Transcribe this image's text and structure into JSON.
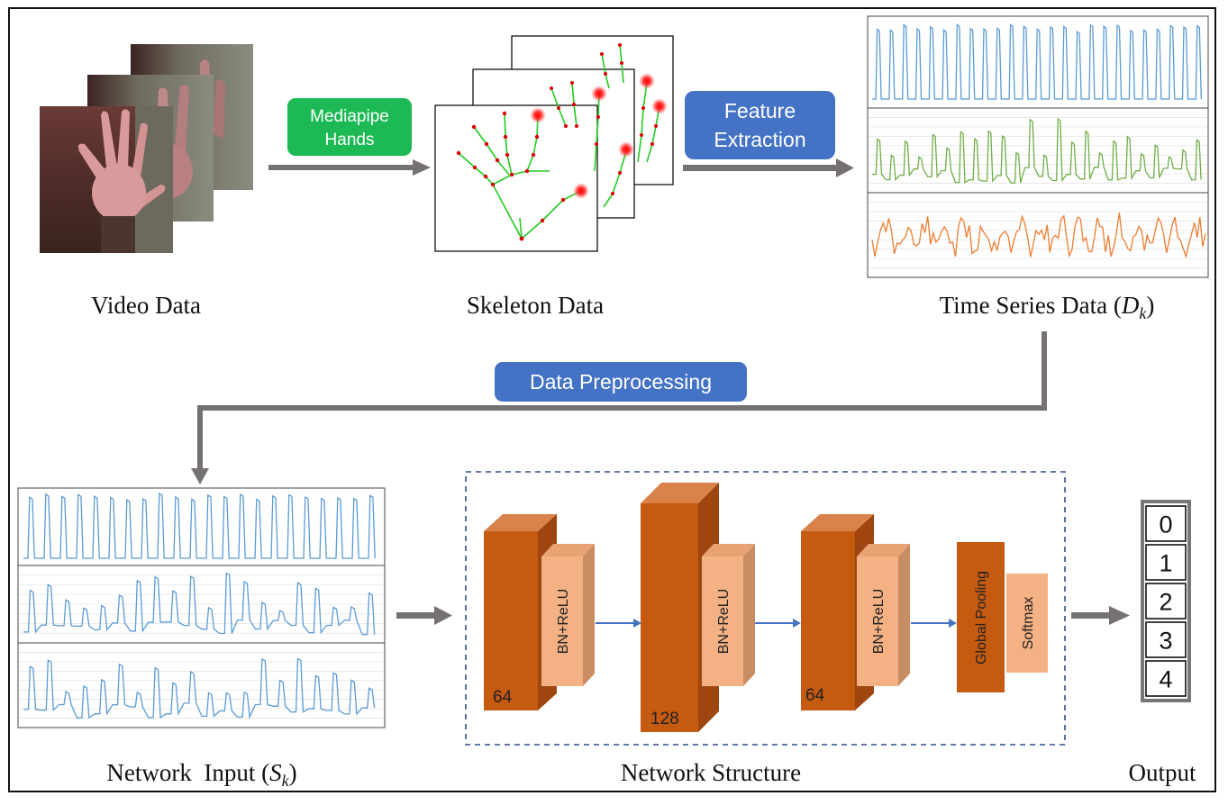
{
  "captions": {
    "video": "Video Data",
    "skeleton": "Skeleton Data",
    "timeseries": "Time Series Data (",
    "timeseries_sym": "D",
    "timeseries_sub": "k",
    "timeseries_close": ")",
    "network_input": "Network  Input (",
    "network_input_sym": "S",
    "network_input_sub": "k",
    "network_input_close": ")",
    "network_structure": "Network Structure",
    "output": "Output"
  },
  "badges": {
    "mediapipe_line1": "Mediapipe",
    "mediapipe_line2": "Hands",
    "feature_line1": "Feature",
    "feature_line2": "Extraction",
    "preprocessing": "Data Preprocessing"
  },
  "network": {
    "block1_filters": "64",
    "block2_filters": "128",
    "block3_filters": "64",
    "bn_relu": "BN+ReLU",
    "global_pooling": "Global Pooling",
    "softmax": "Softmax"
  },
  "outputs": [
    "0",
    "1",
    "2",
    "3",
    "4"
  ],
  "colors": {
    "mediapipe_badge": "#1db954",
    "blue_badge": "#4472c4",
    "conv_front": "#c55a11",
    "conv_top": "#d9834a",
    "conv_side": "#9e4510",
    "bn_front": "#f4b183",
    "bn_side": "#c98d63",
    "series_blue": "#5b9bd5",
    "series_green": "#70ad47",
    "series_orange": "#ed7d31",
    "arrow_gray": "#767171",
    "arrow_blue": "#4472c4",
    "skeleton_line": "#22cc22",
    "skeleton_joint": "#dd0000"
  }
}
